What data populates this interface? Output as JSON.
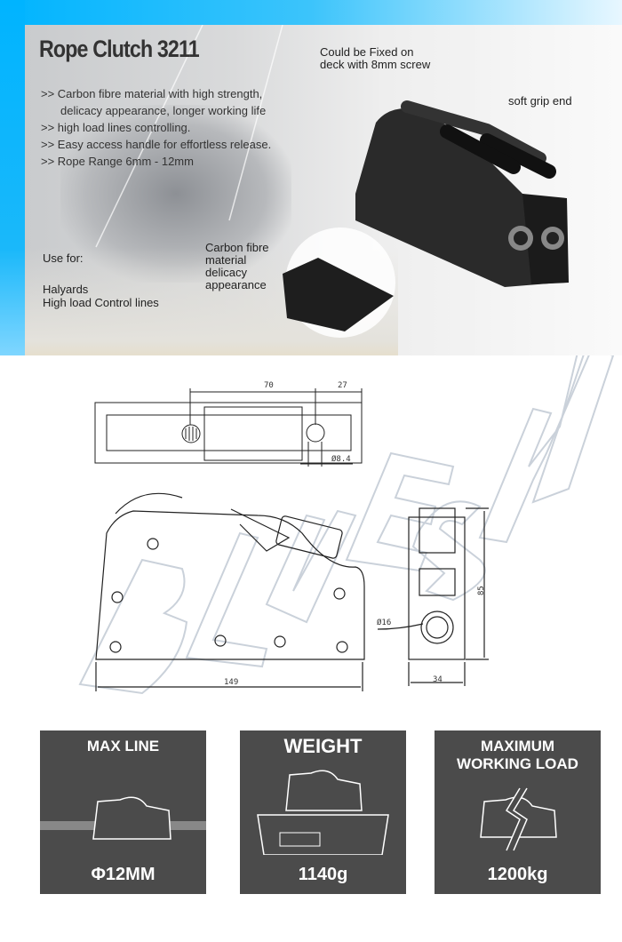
{
  "product": {
    "title": "Rope Clutch 3211",
    "brand_watermark": "BLUESHARK",
    "features": [
      ">> Carbon fibre material with high strength,",
      "delicacy appearance, longer working life",
      ">> high load lines controlling.",
      ">> Easy access handle for effortless release.",
      ">> Rope Range  6mm - 12mm"
    ],
    "notes": {
      "fixing": [
        "Could be Fixed on",
        "deck with 8mm screw"
      ],
      "grip": "soft grip end",
      "carbon": [
        "Carbon fibre",
        "material",
        "delicacy",
        "appearance"
      ]
    },
    "use_for": {
      "label": "Use for:",
      "items": [
        "Halyards",
        "High load Control lines"
      ]
    }
  },
  "drawing": {
    "dims": {
      "spacing": "70",
      "end": "27",
      "hole": "Ø8.4",
      "length": "149",
      "height": "85",
      "width": "34",
      "bore": "Ø16"
    }
  },
  "specs": [
    {
      "title": "MAX LINE",
      "value": "Φ12MM"
    },
    {
      "title": "WEIGHT",
      "value": "1140g"
    },
    {
      "title": [
        "MAXIMUM",
        "WORKING LOAD"
      ],
      "value": "1200kg"
    }
  ],
  "colors": {
    "accent": "#00b4ff",
    "panel": "#4b4b4b",
    "watermark": "#c5cdd6"
  }
}
